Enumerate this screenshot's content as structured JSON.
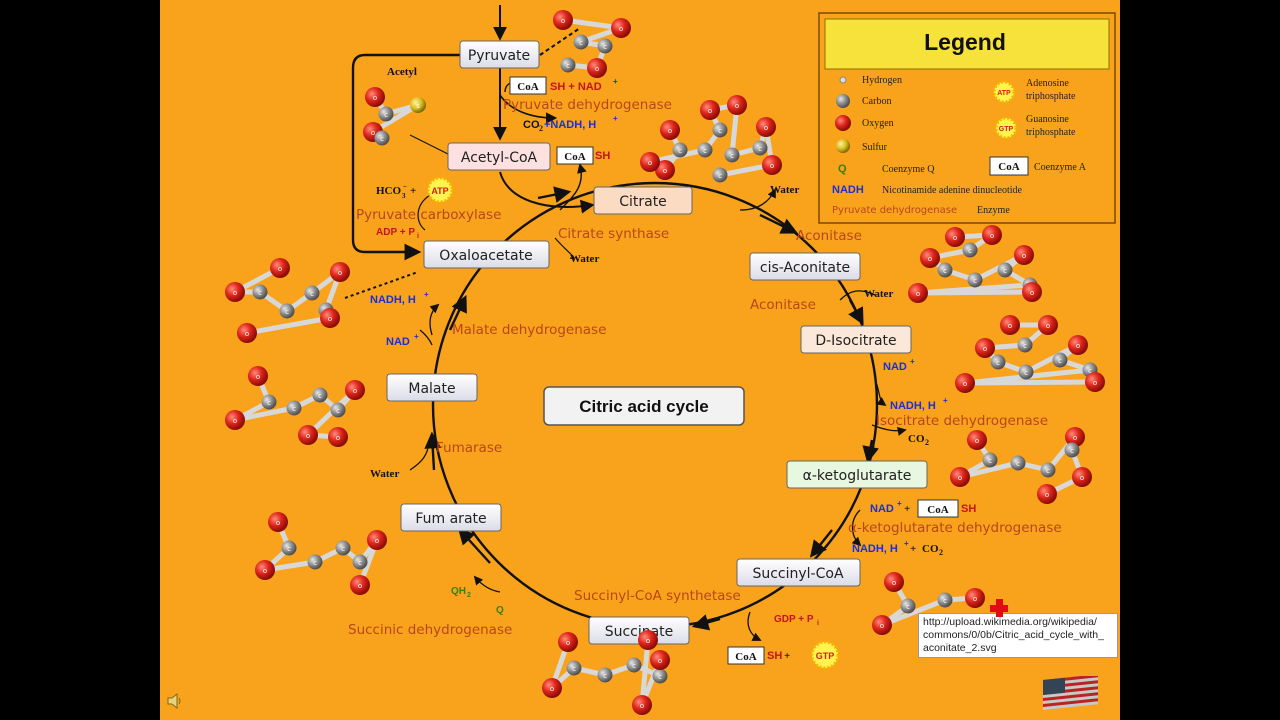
{
  "title": "Citric acid cycle",
  "metabolites": {
    "pyruvate": "Pyruvate",
    "acetyl_coa": "Acetyl-CoA",
    "citrate": "Citrate",
    "oxaloacetate": "Oxaloacetate",
    "cis_aconitate": "cis-Aconitate",
    "d_isocitrate": "D-Isocitrate",
    "a_ketoglutarate": "α-ketoglutarate",
    "succinyl_coa": "Succinyl-CoA",
    "succinate": "Succinate",
    "fumarate": "Fum arate",
    "malate": "Malate"
  },
  "enzymes": {
    "pyruvate_dehydrogenase": "Pyruvate dehydrogenase",
    "pyruvate_carboxylase": "Pyruvate carboxylase",
    "citrate_synthase": "Citrate synthase",
    "aconitase_1": "Aconitase",
    "aconitase_2": "Aconitase",
    "isocitrate_dehydrogenase": "Isocitrate dehydrogenase",
    "akg_dehydrogenase": "α-ketoglutarate dehydrogenase",
    "succinyl_coa_synthetase": "Succinyl-CoA synthetase",
    "succinic_dehydrogenase": "Succinic dehydrogenase",
    "fumarase": "Fumarase",
    "malate_dehydrogenase": "Malate dehydrogenase"
  },
  "cofactors": {
    "acetyl": "Acetyl",
    "coa": "CoA",
    "sh_nad": "SH + NAD",
    "co2_nadh": "CO",
    "nadh_h_1": "+NADH, H",
    "sh": "SH",
    "hco3": "HCO",
    "plus": "+",
    "adp_pi": "ADP + P",
    "water": "Water",
    "nad": "NAD",
    "nadh_h": "NADH, H",
    "co2": "CO",
    "nadh_h_co2": "NADH, H",
    "gdp_pi": "GDP + P",
    "qh2": "QH",
    "q": "Q",
    "atp": "ATP",
    "gtp": "GTP"
  },
  "atoms": {
    "c": "c",
    "o": "o",
    "s": "s"
  },
  "legend": {
    "title": "Legend",
    "hydrogen": "Hydrogen",
    "carbon": "Carbon",
    "oxygen": "Oxygen",
    "sulfur": "Sulfur",
    "coenzyme_q_symbol": "Q",
    "coenzyme_q": "Coenzyme Q",
    "nadh_symbol": "NADH",
    "nadh": "Nicotinamide adenine dinucleotide",
    "enzyme_example": "Pyruvate dehydrogenase",
    "enzyme": "Enzyme",
    "atp_line1": "Adenosine",
    "atp_line2": "triphosphate",
    "gtp_line1": "Guanosine",
    "gtp_line2": "triphosphate",
    "coa_box": "CoA",
    "coenzyme_a": "Coenzyme A"
  },
  "tooltip": {
    "line1": "http://upload.wikimedia.org/wikipedia/",
    "line2": "commons/0/0b/Citric_acid_cycle_with_",
    "line3": "aconitate_2.svg"
  },
  "colors": {
    "background": "#f8a31b",
    "enzyme_text": "#b8461c",
    "nad_text": "#1b2fd6",
    "red_text": "#c4151c",
    "oxygen": "#d8201a",
    "carbon": "#8c8c8c"
  }
}
